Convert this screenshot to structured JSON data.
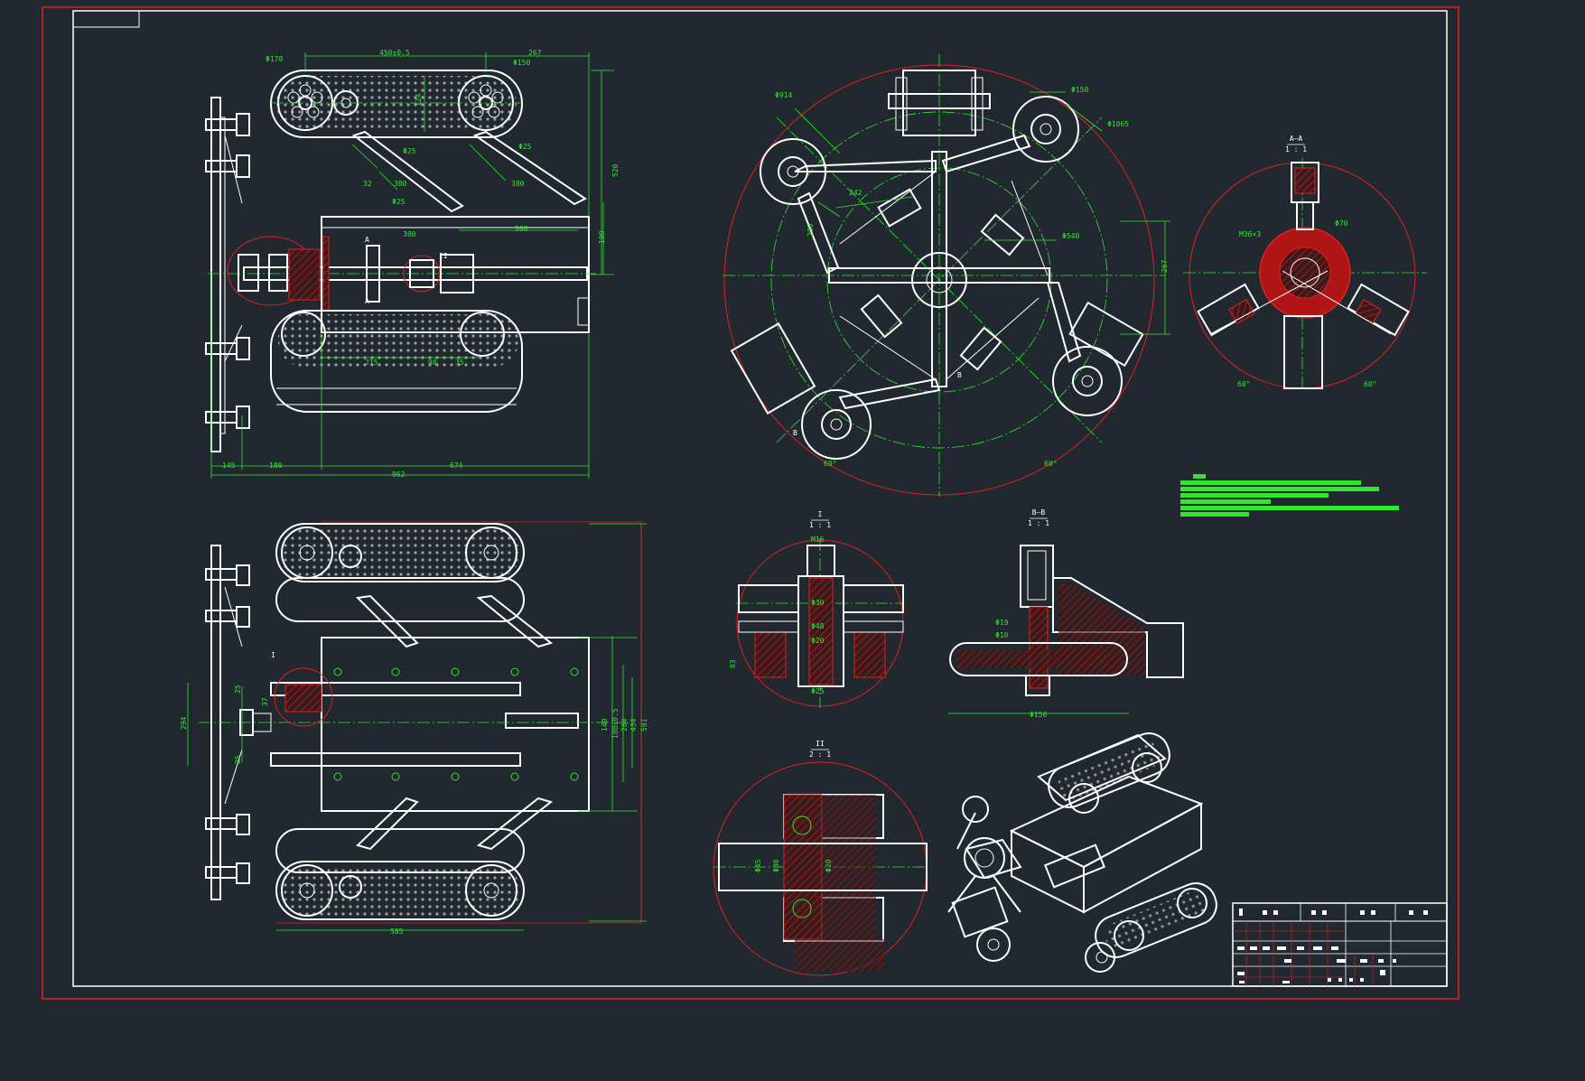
{
  "colors": {
    "background": "#212830",
    "outline": "#ffffff",
    "border": "#e02020",
    "dimension": "#2ee82e"
  },
  "top_view": {
    "dims": [
      "450±0.5",
      "267",
      "Φ150",
      "Φ170",
      "124",
      "Φ25",
      "Φ25",
      "32",
      "380",
      "380",
      "Φ25",
      "300",
      "300",
      "520",
      "190",
      "215",
      "98",
      "35",
      "145",
      "180",
      "674",
      "962"
    ],
    "labels": [
      "A",
      "A",
      "II"
    ]
  },
  "circle_view": {
    "dims": [
      "Φ914",
      "Φ150",
      "Φ1065",
      "242",
      "Φ540",
      "280",
      "267",
      "60°",
      "60°"
    ],
    "labels": [
      "B",
      "B"
    ]
  },
  "section_aa": {
    "title": "A—A",
    "scale": "1 : 1",
    "dims": [
      "M36×3",
      "Φ70",
      "60°",
      "60°"
    ]
  },
  "detail_i": {
    "title": "I",
    "scale": "1 : 1",
    "dims": [
      "M16",
      "Φ30",
      "Φ48",
      "Φ20",
      "83",
      "Φ25"
    ]
  },
  "section_bb": {
    "title": "B—B",
    "scale": "1 : 1",
    "dims": [
      "Φ19",
      "Φ10",
      "Φ150"
    ]
  },
  "bottom_view": {
    "dims": [
      "585",
      "294",
      "25",
      "37",
      "25",
      "140",
      "180±0.5",
      "264",
      "434",
      "591"
    ],
    "labels": [
      "I"
    ]
  },
  "detail_ii": {
    "title": "II",
    "scale": "2 : 1",
    "dims": [
      "Φ45",
      "Φ30",
      "Φ20"
    ]
  }
}
